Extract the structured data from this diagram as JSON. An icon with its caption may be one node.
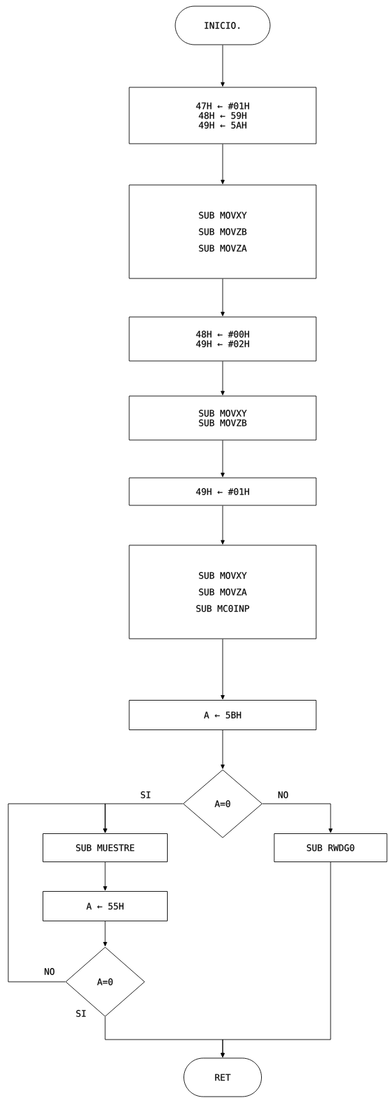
{
  "diagram": {
    "nodes": [
      {
        "text": [
          "INICIO."
        ]
      },
      {
        "text": [
          "47H ← #01H",
          "48H ← 59H",
          "49H ← 5AH"
        ]
      },
      {
        "text": [
          "SUB MOVXY",
          "SUB MOVZB",
          "SUB MOVZA"
        ]
      },
      {
        "text": [
          "48H ← #00H",
          "49H ← #02H"
        ]
      },
      {
        "text": [
          "SUB MOVXY",
          "SUB MOVZB"
        ]
      },
      {
        "text": [
          "49H ← #01H"
        ]
      },
      {
        "text": [
          "SUB MOVXY",
          "SUB MOVZA",
          "SUB MC0INP"
        ]
      },
      {
        "text": [
          "A ← 5BH"
        ]
      },
      {
        "text": [
          "A=0"
        ]
      },
      {
        "text": [
          "SUB MUESTRE"
        ]
      },
      {
        "text": [
          "SUB RWDG0"
        ]
      },
      {
        "text": [
          "A ← 55H"
        ]
      },
      {
        "text": [
          "A=0"
        ]
      },
      {
        "text": [
          "RET"
        ]
      }
    ],
    "edges": [
      {
        "from": 0,
        "to": 1,
        "arrow": "to"
      },
      {
        "from": 1,
        "to": 2,
        "arrow": "to"
      },
      {
        "from": 2,
        "to": 3,
        "arrow": "to"
      },
      {
        "from": 3,
        "to": 4,
        "arrow": "to"
      },
      {
        "from": 4,
        "to": 5,
        "arrow": "to"
      },
      {
        "from": 5,
        "to": 6,
        "arrow": "to"
      },
      {
        "from": 6,
        "to": 7,
        "arrow": "to"
      },
      {
        "from": 7,
        "to": 8,
        "arrow": "to"
      },
      {
        "from": 8,
        "to": 9,
        "arrow": "to",
        "label": "SI"
      },
      {
        "from": 8,
        "to": 10,
        "arrow": "to",
        "label": "NO"
      },
      {
        "from": 9,
        "to": 11,
        "arrow": "to"
      },
      {
        "from": 11,
        "to": 12,
        "arrow": "to"
      },
      {
        "from": 12,
        "to": 9,
        "arrow": "to",
        "label": "NO"
      },
      {
        "from": 12,
        "to": 13,
        "arrow": "to",
        "label": "SI"
      },
      {
        "from": 10,
        "to": 13,
        "arrow": "to"
      }
    ]
  }
}
